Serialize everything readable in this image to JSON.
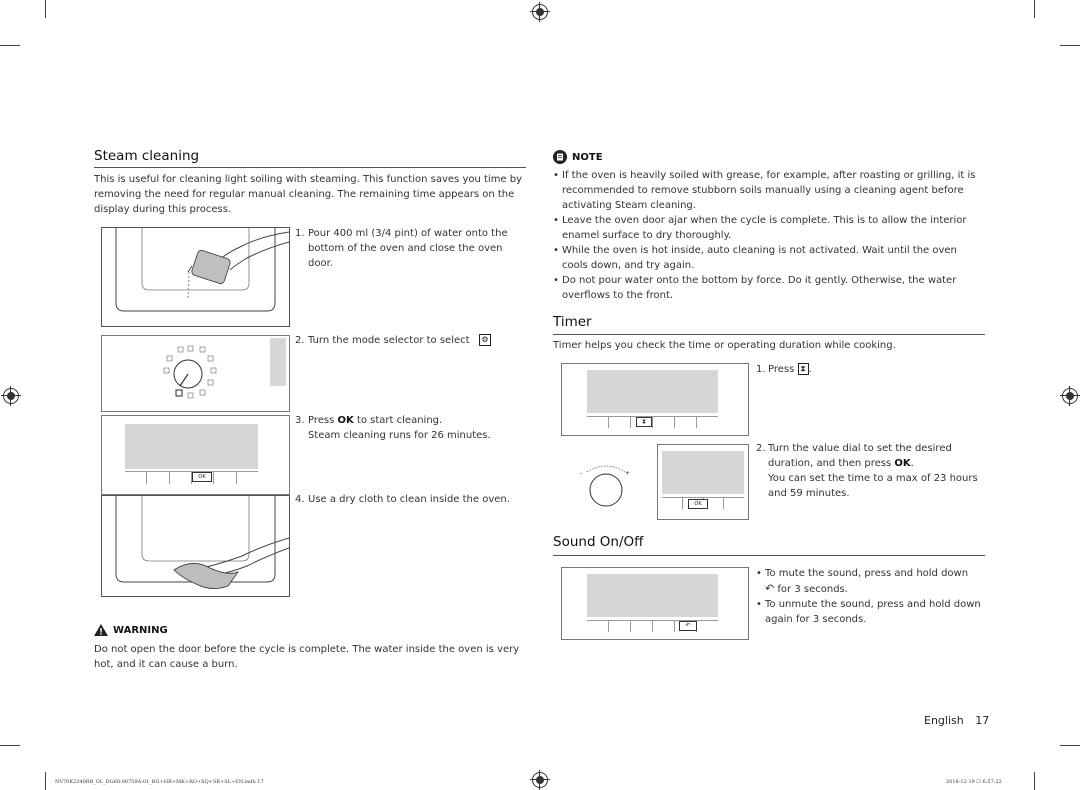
{
  "steam": {
    "title": "Steam cleaning",
    "intro": "This is useful for cleaning light soiling with steaming. This function saves you time by removing the need for regular manual cleaning. The remaining time appears on the display during this process.",
    "step1_num": "1.",
    "step1": "Pour 400 ml (3/4 pint) of water onto the bottom of the oven and close the oven door.",
    "step2_num": "2.",
    "step2": "Turn the mode selector to select",
    "step3_num": "3.",
    "step3_a": "Press",
    "step3_ok": "OK",
    "step3_b": "to start cleaning.",
    "step3_c": "Steam cleaning runs for 26 minutes.",
    "step4_num": "4.",
    "step4": "Use a dry cloth to clean inside the oven.",
    "warning_label": "WARNING",
    "warning_text": "Do not open the door before the cycle is complete. The water inside the oven is very hot, and it can cause a burn.",
    "ok_button": "OK"
  },
  "note": {
    "label": "NOTE",
    "items": [
      "If the oven is heavily soiled with grease, for example, after roasting or grilling, it is recommended to remove stubborn soils manually using a cleaning agent before activating Steam cleaning.",
      "Leave the oven door ajar when the cycle is complete. This is to allow the interior enamel surface to dry thoroughly.",
      "While the oven is hot inside, auto cleaning is not activated. Wait until the oven cools down, and try again.",
      "Do not pour water onto the bottom by force. Do it gently. Otherwise, the water overflows to the front."
    ]
  },
  "timer": {
    "title": "Timer",
    "intro": "Timer helps you check the time or operating duration while cooking.",
    "step1_num": "1.",
    "step1": "Press",
    "step2_num": "2.",
    "step2_a": "Turn the value dial to set the desired duration, and then press",
    "step2_ok": "OK",
    "step2_b": "You can set the time to a max of 23 hours and 59 minutes.",
    "ok_button": "OK"
  },
  "sound": {
    "title": "Sound On/Off",
    "item1": "To mute the sound, press and hold down",
    "item1_b": "for 3 seconds.",
    "item2": "To unmute the sound, press and hold down again for 3 seconds."
  },
  "page": {
    "language": "English",
    "number": "17",
    "footer_left": "NV70K2340RB_OL_DG68-00759A-01_BG+HR+MK+RO+SQ+SR+SL+EN.indb   17",
    "footer_right": "2016-12-19   ☐ 6:57:22"
  }
}
